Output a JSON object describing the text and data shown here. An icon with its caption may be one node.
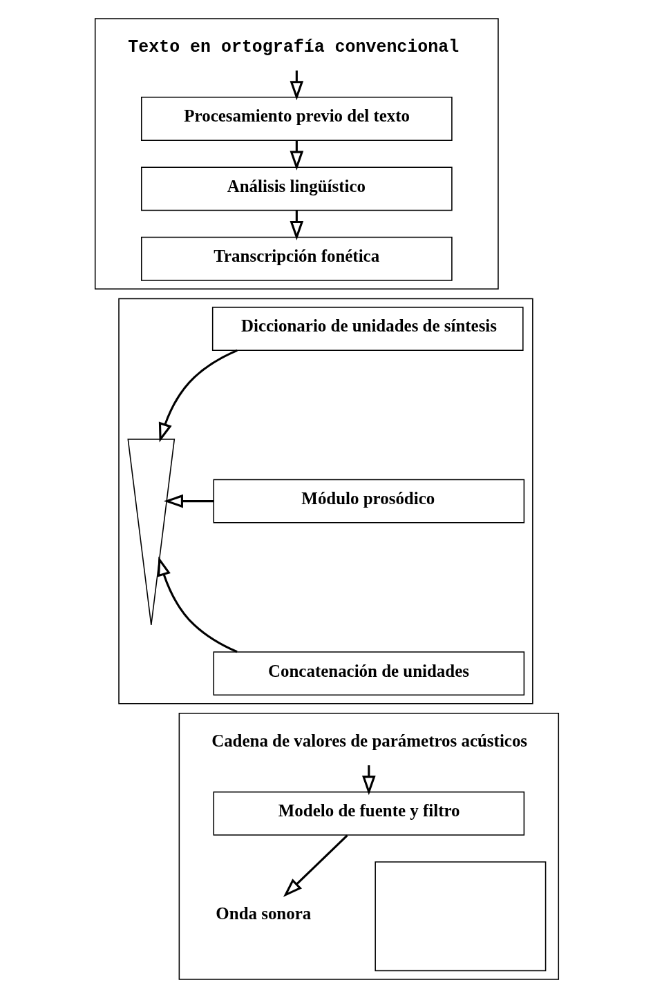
{
  "diagram": {
    "nodes": [
      {
        "text": [],
        "shape": "box"
      },
      {
        "text": [
          "Texto en ortografía convencional"
        ],
        "in": 0
      },
      {
        "text": [
          "Procesamiento previo del texto"
        ],
        "in": 0
      },
      {
        "text": [
          "Análisis lingüístico"
        ],
        "in": 0
      },
      {
        "text": [
          "Transcripción fonética"
        ],
        "in": 0
      },
      {
        "text": [],
        "shape": "box"
      },
      {
        "text": [],
        "shape": "arrow",
        "in": 5
      },
      {
        "text": [
          "Diccionario de unidades de síntesis"
        ],
        "in": 5
      },
      {
        "text": [
          "Módulo prosódico"
        ],
        "in": 5
      },
      {
        "text": [
          "Concatenación de unidades"
        ],
        "in": 5
      },
      {
        "text": [],
        "shape": "box"
      },
      {
        "text": [
          "Cadena de valores de parámetros acústicos"
        ],
        "in": 10
      },
      {
        "text": [
          "Modelo de fuente y filtro"
        ],
        "in": 10
      },
      {
        "text": [
          "Onda sonora"
        ],
        "in": 10
      },
      {
        "text": [],
        "shape": "box",
        "in": 10
      }
    ],
    "edges": [
      {
        "from": 1,
        "to": 2,
        "arrow": "to"
      },
      {
        "from": 2,
        "to": 3,
        "arrow": "to"
      },
      {
        "from": 3,
        "to": 4,
        "arrow": "to"
      },
      {
        "from": 7,
        "to": 6,
        "arrow": "to"
      },
      {
        "from": 8,
        "to": 6,
        "arrow": "to"
      },
      {
        "from": 9,
        "to": 6,
        "arrow": "to"
      },
      {
        "from": 11,
        "to": 12,
        "arrow": "to"
      },
      {
        "from": 12,
        "to": 13,
        "arrow": "to"
      }
    ]
  }
}
